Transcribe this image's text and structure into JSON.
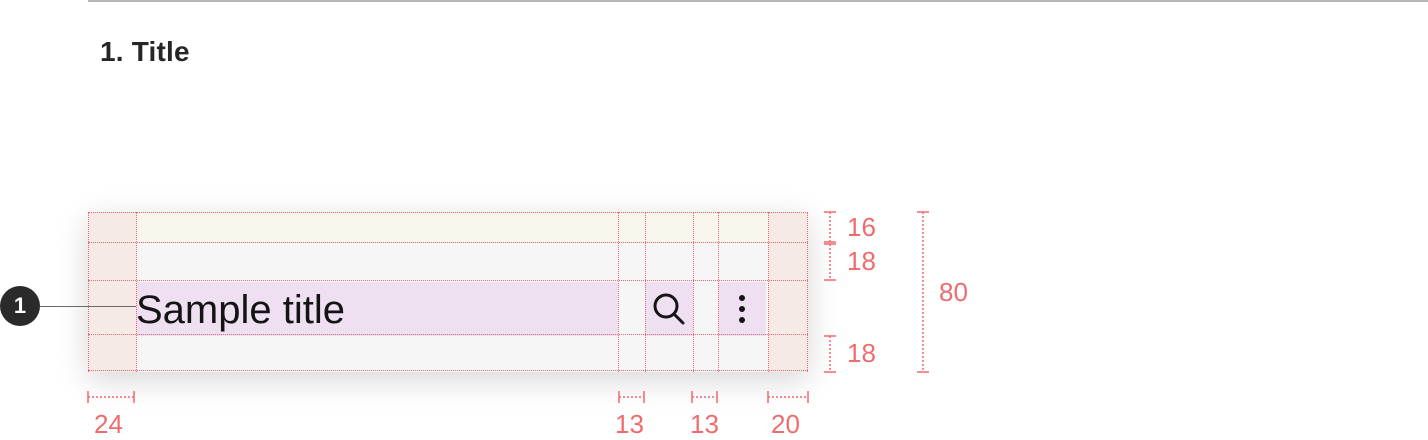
{
  "section": {
    "title": "1. Title"
  },
  "callout": {
    "number": "1"
  },
  "appbar": {
    "title": "Sample title",
    "search_icon": "search-icon",
    "more_icon": "more-vert-icon"
  },
  "dimensions": {
    "top_padding": "16",
    "title_top_gap": "18",
    "total_height": "80",
    "title_bottom_gap": "18",
    "left_padding": "24",
    "title_to_search_gap": "13",
    "search_to_more_gap": "13",
    "right_padding": "20"
  },
  "colors": {
    "guide": "#f0686e",
    "title_zone": "#eedff1",
    "padding_zone": "#f5eae6"
  }
}
